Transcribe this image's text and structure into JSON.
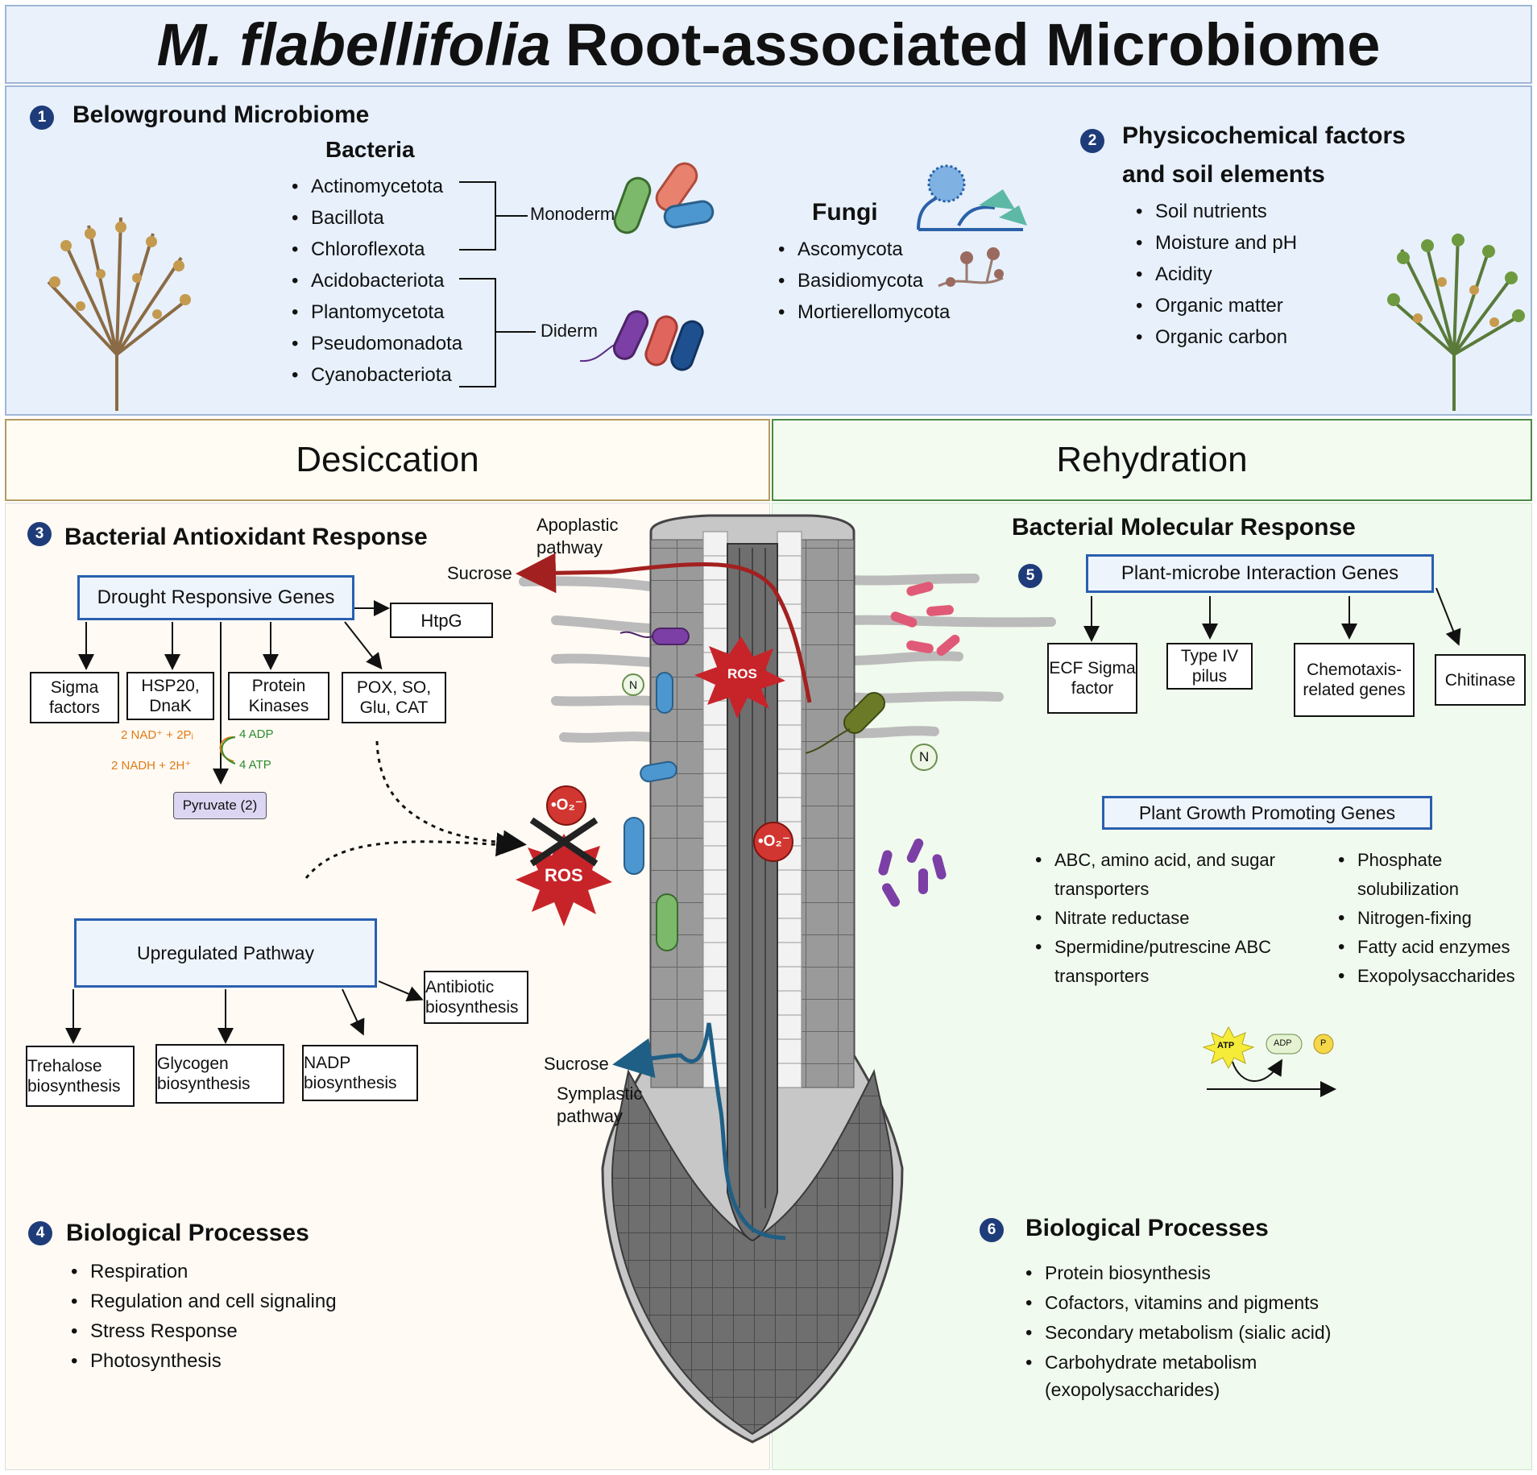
{
  "title": {
    "italic": "M. flabellifolia",
    "rest": "Root-associated Microbiome"
  },
  "section1": {
    "num": "1",
    "title": "Belowground Microbiome",
    "bacteria_label": "Bacteria",
    "bacteria": [
      "Actinomycetota",
      "Bacillota",
      "Chloroflexota",
      "Acidobacteriota",
      "Plantomycetota",
      "Pseudomonadota",
      "Cyanobacteriota"
    ],
    "monoderm": "Monoderm",
    "diderm": "Diderm",
    "fungi_label": "Fungi",
    "fungi": [
      "Ascomycota",
      "Basidiomycota",
      "Mortierellomycota"
    ]
  },
  "section2": {
    "num": "2",
    "title_line1": "Physicochemical factors",
    "title_line2": "and soil elements",
    "items": [
      "Soil nutrients",
      "Moisture and pH",
      "Acidity",
      "Organic matter",
      "Organic carbon"
    ]
  },
  "desiccation": "Desiccation",
  "rehydration": "Rehydration",
  "section3": {
    "num": "3",
    "title": "Bacterial Antioxidant Response",
    "drought_box": "Drought Responsive Genes",
    "htpg": "HtpG",
    "genes": [
      "Sigma factors",
      "HSP20, DnaK",
      "Protein Kinases",
      "POX, SO, Glu, CAT"
    ],
    "rxn": {
      "nad": "2 NAD⁺ + 2Pᵢ",
      "nadh": "2 NADH + 2H⁺",
      "adp": "4 ADP",
      "atp": "4 ATP",
      "pyruvate": "Pyruvate (2)"
    },
    "upregulated": "Upregulated  Pathway",
    "pathways": [
      "Antibiotic biosynthesis",
      "Trehalose biosynthesis",
      "Glycogen biosynthesis",
      "NADP biosynthesis"
    ]
  },
  "root": {
    "apoplastic": "Apoplastic pathway",
    "sucrose_top": "Sucrose",
    "sucrose_bottom": "Sucrose",
    "symplastic": "Symplastic pathway",
    "ros": "ROS",
    "o2": "•O₂⁻",
    "n": "N",
    "colors": {
      "apoplastic": "#a32020",
      "symplastic": "#1f5f86"
    }
  },
  "section4": {
    "num": "4",
    "title": "Biological Processes",
    "items": [
      "Respiration",
      "Regulation and cell signaling",
      "Stress Response",
      "Photosynthesis"
    ]
  },
  "section5": {
    "num": "5",
    "title": "Bacterial Molecular Response",
    "pmi_box": "Plant-microbe Interaction Genes",
    "genes": [
      "ECF Sigma factor",
      "Type IV pilus",
      "Chemotaxis-related genes",
      "Chitinase"
    ],
    "pgp_box": "Plant Growth Promoting Genes",
    "pgp_left": [
      "ABC, amino acid, and sugar transporters",
      "Nitrate reductase",
      "Spermidine/putrescine ABC transporters"
    ],
    "pgp_right": [
      "Phosphate solubilization",
      "Nitrogen-fixing",
      "Fatty acid enzymes",
      "Exopolysaccharides"
    ],
    "atp": "ATP",
    "adp": "ADP",
    "p": "P"
  },
  "section6": {
    "num": "6",
    "title": "Biological Processes",
    "items": [
      "Protein biosynthesis",
      "Cofactors, vitamins and pigments",
      "Secondary metabolism (sialic acid)",
      "Carbohydrate metabolism",
      "(exopolysaccharides)"
    ]
  }
}
